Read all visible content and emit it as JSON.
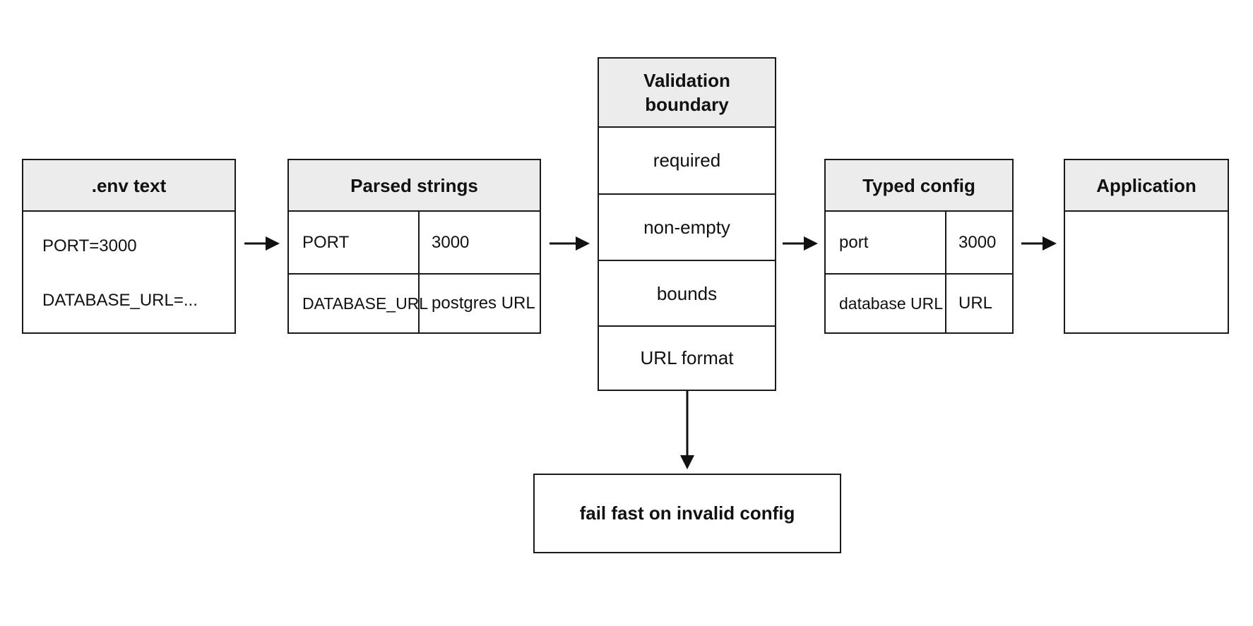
{
  "env_text": {
    "title": ".env text",
    "lines": [
      "PORT=3000",
      "DATABASE_URL=..."
    ]
  },
  "parsed_strings": {
    "title": "Parsed strings",
    "rows": [
      {
        "key": "PORT",
        "value": "3000"
      },
      {
        "key": "DATABASE_URL",
        "value": "postgres URL"
      }
    ]
  },
  "validation": {
    "title": "Validation boundary",
    "checks": [
      "required",
      "non-empty",
      "bounds",
      "URL format"
    ]
  },
  "typed_config": {
    "title": "Typed config",
    "rows": [
      {
        "key": "port",
        "value": "3000"
      },
      {
        "key": "database URL",
        "value": "URL"
      }
    ]
  },
  "application": {
    "title": "Application"
  },
  "failure": {
    "label": "fail fast on invalid config"
  }
}
